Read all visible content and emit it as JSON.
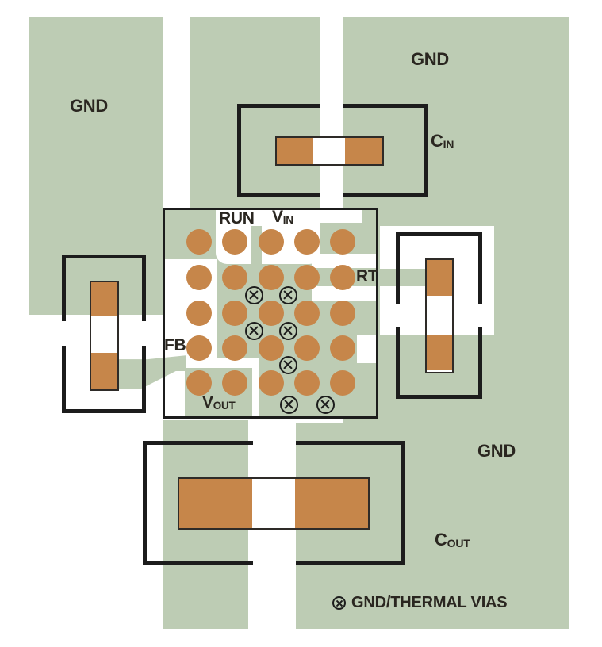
{
  "diagram": {
    "type": "pcb-layout",
    "description": "Recommended PCB layout with ground planes, input/output capacitors, and thermal vias"
  },
  "colors": {
    "copper_pour": "#bdccb4",
    "pad": "#c6864a",
    "outline": "#1c1c1c",
    "text": "#2a2620",
    "background": "#ffffff"
  },
  "labels": {
    "gnd_left": "GND",
    "gnd_top_right": "GND",
    "gnd_bottom_right": "GND",
    "run": "RUN",
    "rt": "RT",
    "fb": "FB",
    "vin": {
      "main": "V",
      "sub": "IN"
    },
    "vout": {
      "main": "V",
      "sub": "OUT"
    },
    "cin": {
      "main": "C",
      "sub": "IN"
    },
    "cout": {
      "main": "C",
      "sub": "OUT"
    }
  },
  "legend": {
    "symbol": "circled-x-via",
    "text": "GND/THERMAL VIAS"
  },
  "ic": {
    "pad_columns_x": [
      251,
      296,
      342,
      387,
      432
    ],
    "pad_rows_y": [
      305,
      350,
      395,
      439,
      483
    ],
    "pad_diameter": 32,
    "vias": [
      [
        320,
        372
      ],
      [
        363,
        372
      ],
      [
        320,
        417
      ],
      [
        363,
        417
      ],
      [
        363,
        460
      ],
      [
        364,
        510
      ],
      [
        410,
        510
      ]
    ],
    "via_diameter": 23
  }
}
